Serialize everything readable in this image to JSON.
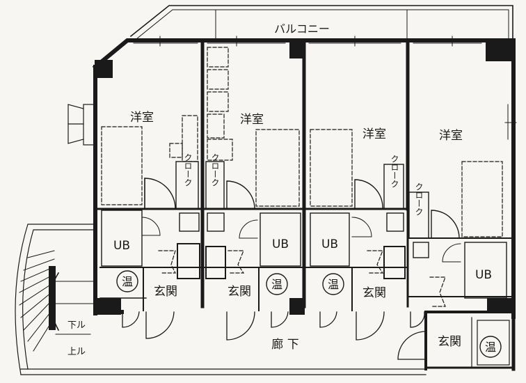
{
  "labels": {
    "balcony": "バルコニー",
    "room": "洋室",
    "closet": "クローク",
    "bath": "UB",
    "heater": "温",
    "entrance": "玄関",
    "corridor": "廊 下",
    "stairs_down": "下ル",
    "stairs_up": "上ル"
  }
}
